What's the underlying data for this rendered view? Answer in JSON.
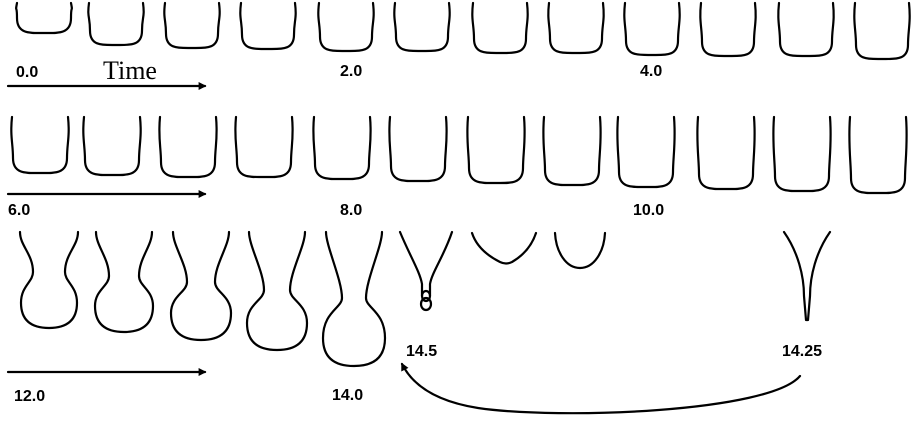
{
  "axis_title": "Time",
  "time_labels": {
    "t0": "0.0",
    "t2": "2.0",
    "t4": "4.0",
    "t6": "6.0",
    "t8": "8.0",
    "t10": "10.0",
    "t12": "12.0",
    "t14": "14.0",
    "t14_5": "14.5",
    "t14_25": "14.25"
  }
}
